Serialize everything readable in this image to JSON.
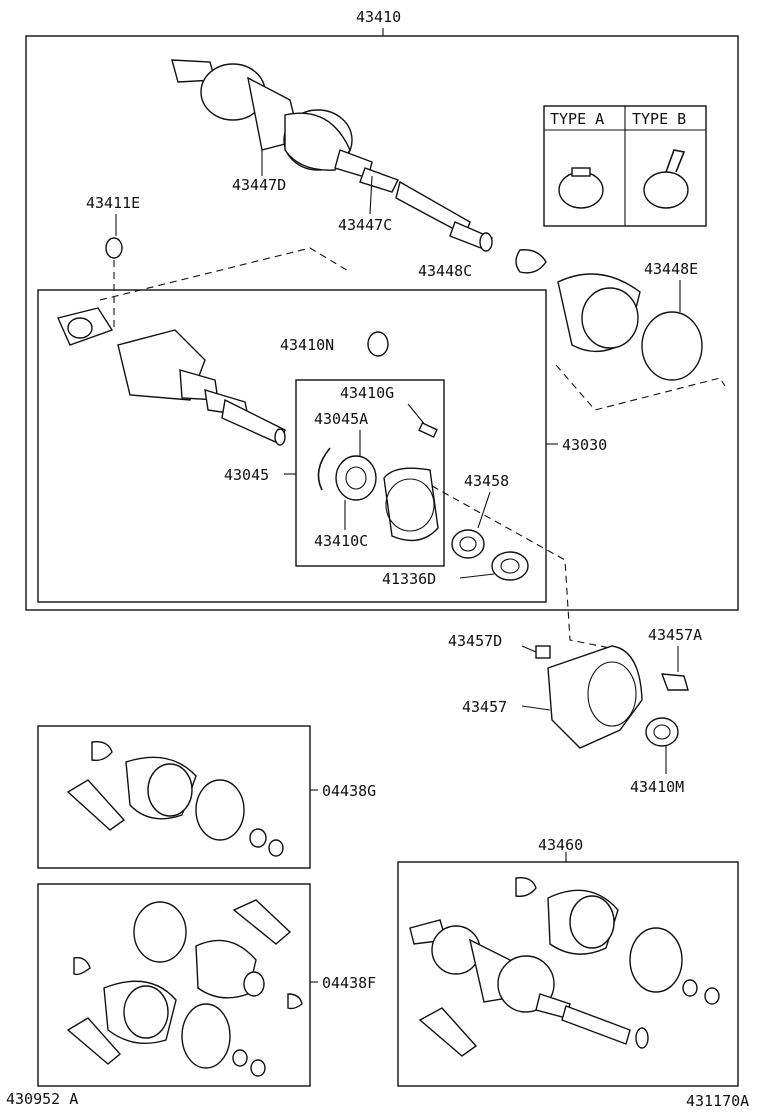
{
  "labels": {
    "p43410": "43410",
    "p43447D": "43447D",
    "p43447C": "43447C",
    "p43411E": "43411E",
    "p43448C": "43448C",
    "p43448E": "43448E",
    "p43410N": "43410N",
    "p43410G": "43410G",
    "p43045A": "43045A",
    "p43045": "43045",
    "p43030": "43030",
    "p43458": "43458",
    "p43410C": "43410C",
    "p41336D": "41336D",
    "p43457D": "43457D",
    "p43457A": "43457A",
    "p43457": "43457",
    "p43410M": "43410M",
    "p04438G": "04438G",
    "p43460": "43460",
    "p04438F": "04438F"
  },
  "type_table": {
    "type_a": "TYPE  A",
    "type_b": "TYPE  B"
  },
  "footer": {
    "left_code": "430952  A",
    "right_code": "431170A"
  }
}
